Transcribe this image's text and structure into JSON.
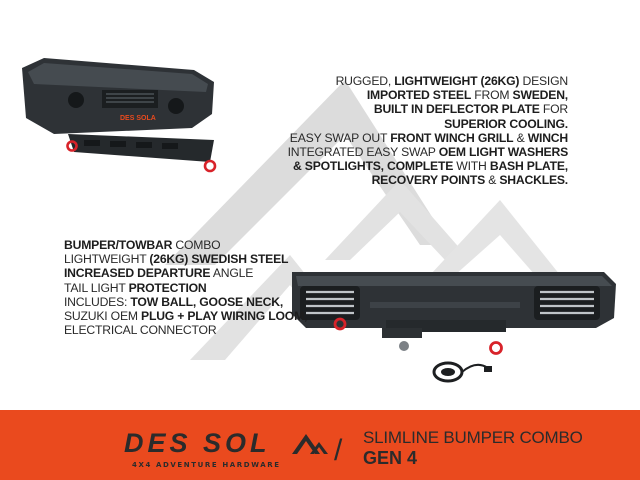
{
  "top_block": {
    "lines": [
      [
        {
          "t": "RUGGED, ",
          "b": false
        },
        {
          "t": "LIGHTWEIGHT (26KG)",
          "b": true
        },
        {
          "t": " DESIGN",
          "b": false
        }
      ],
      [
        {
          "t": "IMPORTED STEEL",
          "b": true
        },
        {
          "t": " FROM ",
          "b": false
        },
        {
          "t": "SWEDEN,",
          "b": true
        }
      ],
      [
        {
          "t": "BUILT IN DEFLECTOR PLATE",
          "b": true
        },
        {
          "t": " FOR",
          "b": false
        }
      ],
      [
        {
          "t": "SUPERIOR COOLING.",
          "b": true
        }
      ],
      [
        {
          "t": "EASY SWAP OUT ",
          "b": false
        },
        {
          "t": "FRONT WINCH GRILL",
          "b": true
        },
        {
          "t": " & ",
          "b": false
        },
        {
          "t": "WINCH",
          "b": true
        }
      ],
      [
        {
          "t": "INTEGRATED EASY SWAP ",
          "b": false
        },
        {
          "t": "OEM LIGHT WASHERS",
          "b": true
        }
      ],
      [
        {
          "t": "& SPOTLIGHTS, COMPLETE",
          "b": true
        },
        {
          "t": " WITH ",
          "b": false
        },
        {
          "t": "BASH PLATE,",
          "b": true
        }
      ],
      [
        {
          "t": "RECOVERY POINTS",
          "b": true
        },
        {
          "t": " & ",
          "b": false
        },
        {
          "t": "SHACKLES.",
          "b": true
        }
      ]
    ]
  },
  "bottom_block": {
    "lines": [
      [
        {
          "t": "BUMPER/TOWBAR",
          "b": true
        },
        {
          "t": " COMBO",
          "b": false
        }
      ],
      [
        {
          "t": "LIGHTWEIGHT ",
          "b": false
        },
        {
          "t": "(26KG) SWEDISH STEEL",
          "b": true
        }
      ],
      [
        {
          "t": "INCREASED DEPARTURE",
          "b": true
        },
        {
          "t": " ANGLE",
          "b": false
        }
      ],
      [
        {
          "t": "TAIL LIGHT ",
          "b": false
        },
        {
          "t": "PROTECTION",
          "b": true
        }
      ],
      [
        {
          "t": "INCLUDES: ",
          "b": false
        },
        {
          "t": "TOW BALL, GOOSE NECK,",
          "b": true
        }
      ],
      [
        {
          "t": "SUZUKI OEM ",
          "b": false
        },
        {
          "t": "PLUG + PLAY WIRING LOOM,",
          "b": true
        }
      ],
      [
        {
          "t": "ELECTRICAL CONNECTOR",
          "b": false
        }
      ]
    ]
  },
  "photo_brand": "DES SOLA",
  "footer": {
    "logo_name": "DES SOL",
    "logo_tagline": "4x4 Adventure Hardware",
    "separator": "/",
    "title": "SLIMLINE BUMPER COMBO",
    "subtitle": "GEN 4"
  },
  "colors": {
    "footer_bg": "#ea4a1e",
    "text": "#2a2a2a",
    "watermark": "#d9d9d9",
    "bumper": "#2e3236",
    "shackle": "#d8232a"
  },
  "icons": [
    "mountain-logo-icon",
    "wiring-loom-icon"
  ]
}
